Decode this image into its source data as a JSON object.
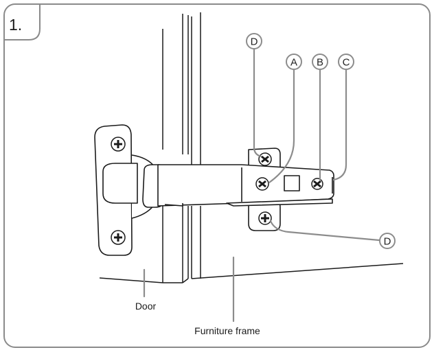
{
  "step": {
    "number": "1."
  },
  "callouts": {
    "a": "A",
    "b": "B",
    "c": "C",
    "d_top": "D",
    "d_bottom": "D"
  },
  "labels": {
    "door": "Door",
    "frame": "Furniture frame"
  },
  "colors": {
    "frame_border": "#8a8a8a",
    "leader": "#8c8c8c",
    "line_art": "#1a1a1a"
  },
  "icons": [
    "screw-icon",
    "hinge-illustration"
  ]
}
